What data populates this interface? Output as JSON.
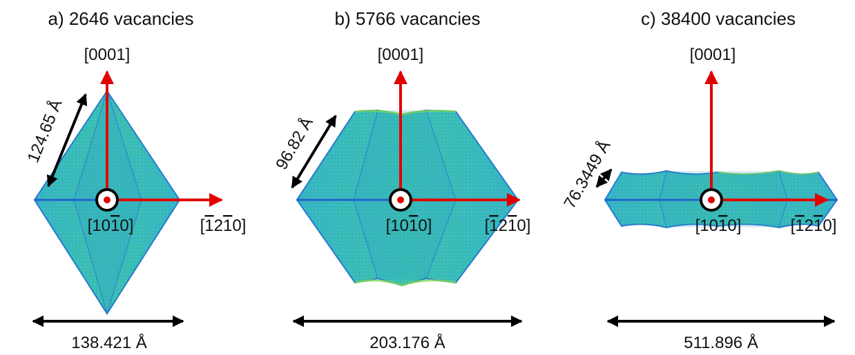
{
  "panels": [
    {
      "title": "a) 2646 vacancies",
      "axis_up": "[0001]",
      "axis_right_parts": [
        "[",
        "1",
        "2",
        "1",
        "0]"
      ],
      "axis_out_parts": [
        "[10",
        "1",
        "0]"
      ],
      "edge_label": "124.65 Å",
      "width_label": "138.421 Å"
    },
    {
      "title": "b) 5766 vacancies",
      "axis_up": "[0001]",
      "axis_right_parts": [
        "[",
        "1",
        "2",
        "1",
        "0]"
      ],
      "axis_out_parts": [
        "[10",
        "1",
        "0]"
      ],
      "edge_label": "96.82 Å",
      "width_label": "203.176 Å"
    },
    {
      "title": "c) 38400 vacancies",
      "axis_up": "[0001]",
      "axis_right_parts": [
        "[",
        "1",
        "2",
        "1",
        "0]"
      ],
      "axis_out_parts": [
        "[10",
        "1",
        "0]"
      ],
      "edge_label": "76.3449 Å",
      "width_label": "511.896 Å"
    }
  ],
  "colors": {
    "axis_arrow": "#e00000",
    "dimension_arrow": "#000000",
    "crystal_fill": "#3cbcbc",
    "crystal_edge": "#1f6fd0",
    "crystal_rim": "#7ed957"
  }
}
